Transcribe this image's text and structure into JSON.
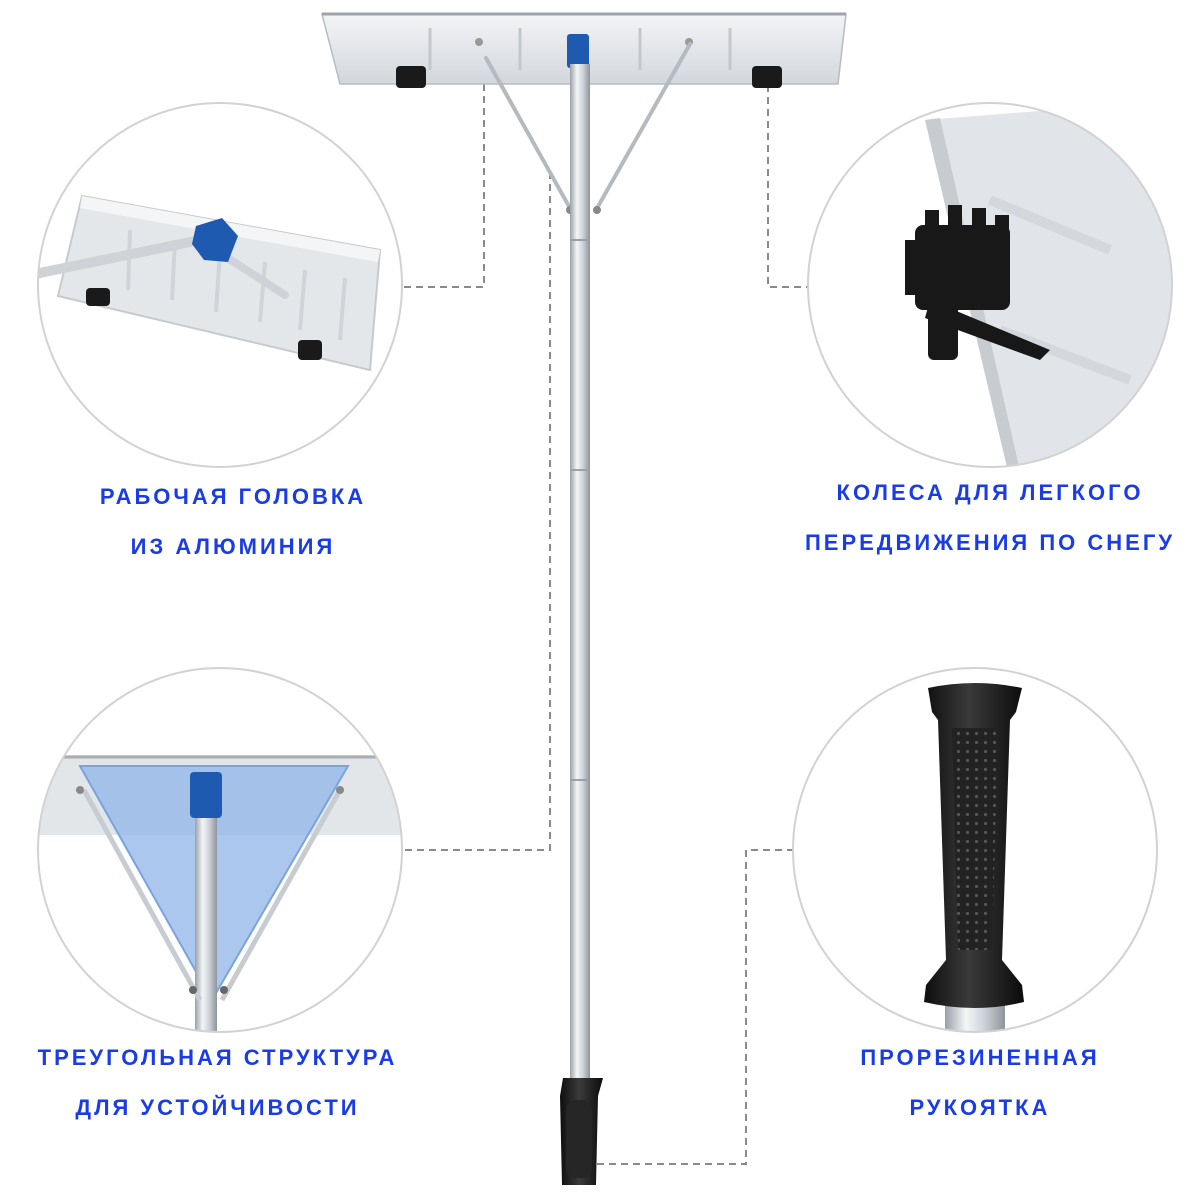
{
  "colors": {
    "label_text": "#1a3ce6",
    "accent_blue": "#1e5bb0",
    "triangle_fill": "#8fb4e8",
    "aluminum": "#dfe2e6",
    "rubber": "#1c1c1c",
    "circle_stroke": "#d2d2d2",
    "leader_line": "#8a8a8a"
  },
  "features": {
    "aluminum_head": {
      "line1": "РАБОЧАЯ ГОЛОВКА",
      "line2": "ИЗ АЛЮМИНИЯ"
    },
    "wheels": {
      "line1": "КОЛЕСА ДЛЯ ЛЕГКОГО",
      "line2": "ПЕРЕДВИЖЕНИЯ ПО СНЕГУ"
    },
    "triangle": {
      "line1": "ТРЕУГОЛЬНАЯ СТРУКТУРА",
      "line2": "ДЛЯ УСТОЙЧИВОСТИ"
    },
    "grip": {
      "line1": "ПРОРЕЗИНЕННАЯ",
      "line2": "РУКОЯТКА"
    }
  }
}
